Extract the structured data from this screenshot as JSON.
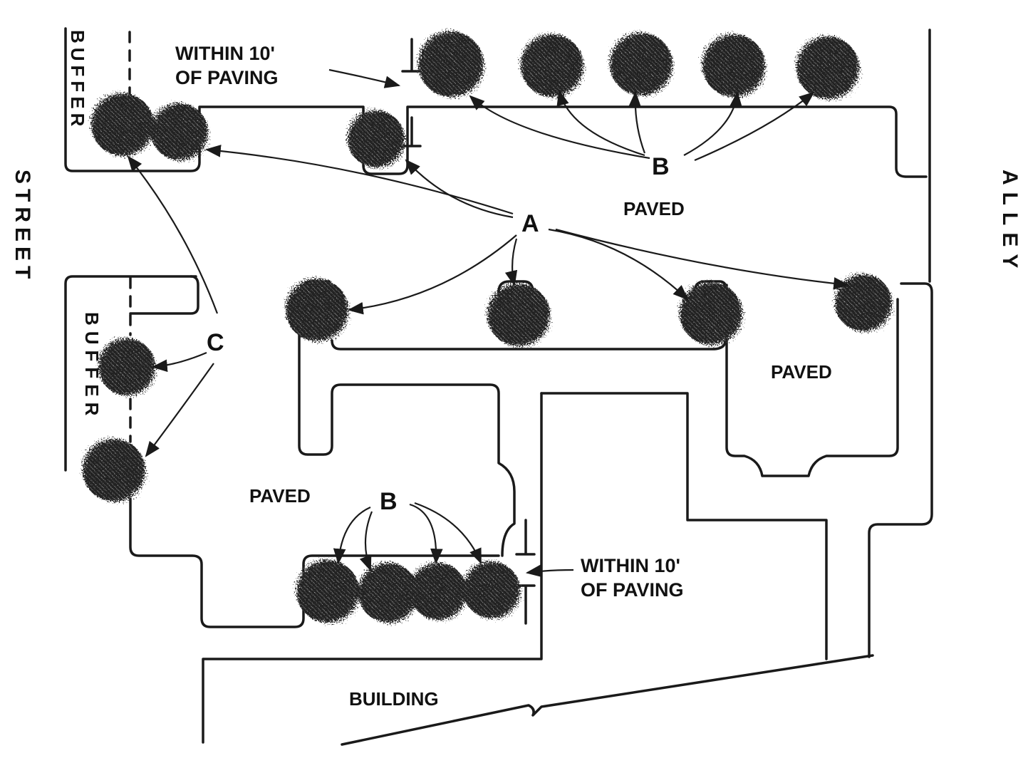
{
  "labels": {
    "street": "STREET",
    "alley": "ALLEY",
    "buffer_top": "BUFFER",
    "buffer_bottom": "BUFFER",
    "within_top_line1": "WITHIN 10'",
    "within_top_line2": "OF PAVING",
    "within_bottom_line1": "WITHIN 10'",
    "within_bottom_line2": "OF PAVING",
    "paved_top": "PAVED",
    "paved_right": "PAVED",
    "paved_left": "PAVED",
    "building": "BUILDING",
    "callout_a": "A",
    "callout_b_top": "B",
    "callout_b_bottom": "B",
    "callout_c": "C"
  },
  "colors": {
    "ink": "#1a1a1a",
    "background": "#ffffff"
  },
  "icons": {
    "shrub": "shrub-icon"
  }
}
